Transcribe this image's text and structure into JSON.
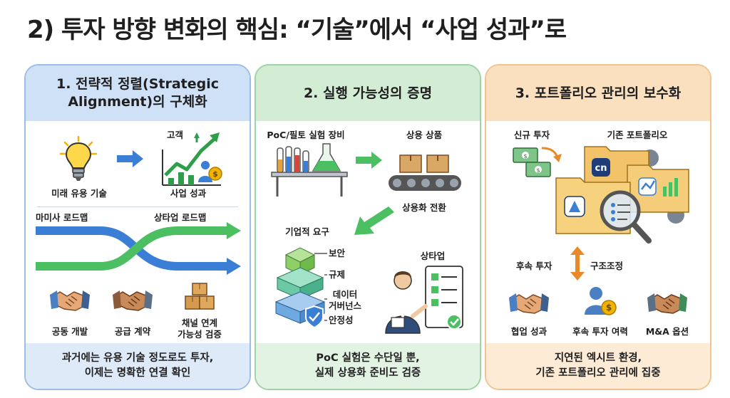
{
  "title": "2) 투자 방향 변화의 핵심: “기술”에서 “사업 성과”로",
  "panels": [
    {
      "heading_line1": "1. 전략적 정렬(Strategic",
      "heading_line2": "Alignment)의 구체화",
      "labels": {
        "future_tech": "미래 유용 기술",
        "business_result": "사업 성과",
        "customer": "고객",
        "mamisa_roadmap": "마미사 로드맵",
        "startup_roadmap": "상타업 로드맵",
        "co_development": "공동 개발",
        "supply_contract": "공급 계약",
        "channel_line1": "채널 연계",
        "channel_line2": "가능성 검증"
      },
      "footer_line1": "과거에는 유용 기술 정도로도 투자,",
      "footer_line2": "이제는 명확한 연결 확인"
    },
    {
      "heading": "2. 실행 가능성의 증명",
      "labels": {
        "poc_equipment": "PoC/필토 실험 장비",
        "commercial_product": "상용 상품",
        "commercialization": "상용화 전환",
        "enterprise_requirements": "기업적 요구",
        "security": "보안",
        "regulation": "규제",
        "data_gov_line1": "데이터",
        "data_gov_line2": "거버넌스",
        "stability": "안정성",
        "startup": "상타업"
      },
      "footer_line1": "PoC 실험은 수단일 뿐,",
      "footer_line2": "실제 상용화 준비도 검증"
    },
    {
      "heading": "3. 포트폴리오 관리의 보수화",
      "labels": {
        "new_investment": "신규 투자",
        "existing_portfolio": "기존 포트폴리오",
        "follow_on": "후속 투자",
        "restructuring": "구조조정",
        "collab_result": "협업 성과",
        "follow_on_capacity": "후속 투자 여력",
        "mna_option": "M&A 옵션",
        "logo_cn": "cn"
      },
      "footer_line1": "지연된 엑시트 환경,",
      "footer_line2": "기존 포트폴리오 관리에 집중"
    }
  ],
  "colors": {
    "blue_panel": "#cfe1f7",
    "green_panel": "#d3ecd4",
    "orange_panel": "#fbe0c0",
    "blue_arrow": "#3a7fd5",
    "green_arrow": "#4cbf62"
  }
}
